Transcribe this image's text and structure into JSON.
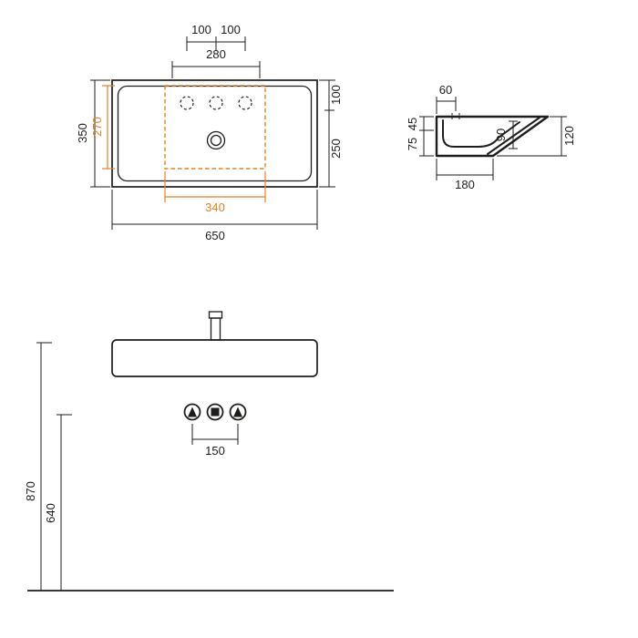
{
  "colors": {
    "line": "#1d1d1b",
    "accent": "#E5821E",
    "background": "#ffffff"
  },
  "plan_view": {
    "label": "washbasin top view",
    "dims": {
      "tap_spacing_left": "100",
      "tap_spacing_right": "100",
      "tap_span": "280",
      "overall_depth": "350",
      "basin_depth": "270",
      "rear_offset": "100",
      "front_offset": "250",
      "basin_width": "340",
      "overall_width": "650"
    }
  },
  "section_view": {
    "label": "washbasin side section",
    "dims": {
      "tap_hole_offset": "60",
      "front_lower": "75",
      "front_upper": "45",
      "bowl_depth": "90",
      "overall_height": "120",
      "base_depth": "180"
    }
  },
  "front_view": {
    "label": "washbasin front elevation",
    "dims": {
      "symbol_spacing": "150",
      "rim_height_from_floor": "870",
      "lower_height_from_floor": "640"
    }
  }
}
